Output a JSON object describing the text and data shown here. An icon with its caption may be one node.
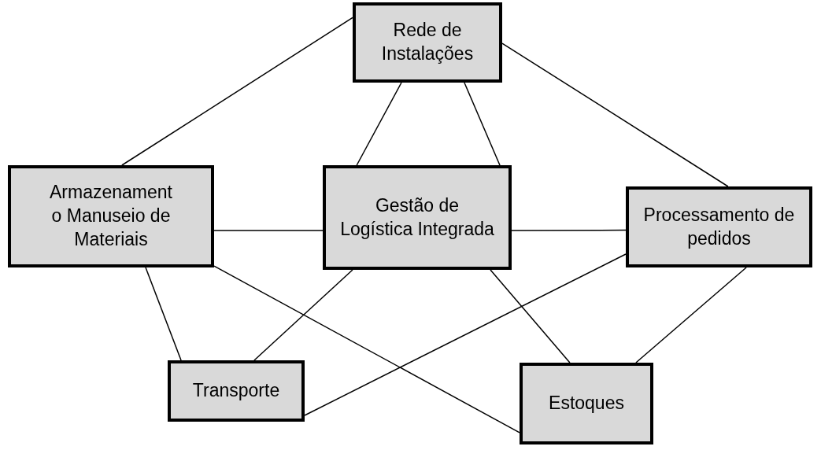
{
  "diagram": {
    "nodes": [
      {
        "text": [
          "Rede de Instalações"
        ]
      },
      {
        "text": [
          "Armazenament o Manuseio de Materiais"
        ]
      },
      {
        "text": [
          "Gestão de Logística Integrada"
        ]
      },
      {
        "text": [
          "Processamento de pedidos"
        ]
      },
      {
        "text": [
          "Transporte"
        ]
      },
      {
        "text": [
          "Estoques"
        ]
      }
    ],
    "edges": [
      {
        "from": 0,
        "to": 1,
        "arrow": "none"
      },
      {
        "from": 0,
        "to": 2,
        "arrow": "none"
      },
      {
        "from": 0,
        "to": 2,
        "arrow": "none"
      },
      {
        "from": 0,
        "to": 3,
        "arrow": "none"
      },
      {
        "from": 1,
        "to": 2,
        "arrow": "none"
      },
      {
        "from": 2,
        "to": 3,
        "arrow": "none"
      },
      {
        "from": 1,
        "to": 4,
        "arrow": "none"
      },
      {
        "from": 1,
        "to": 5,
        "arrow": "none"
      },
      {
        "from": 2,
        "to": 4,
        "arrow": "none"
      },
      {
        "from": 2,
        "to": 5,
        "arrow": "none"
      },
      {
        "from": 3,
        "to": 4,
        "arrow": "none"
      },
      {
        "from": 3,
        "to": 5,
        "arrow": "none"
      }
    ]
  }
}
